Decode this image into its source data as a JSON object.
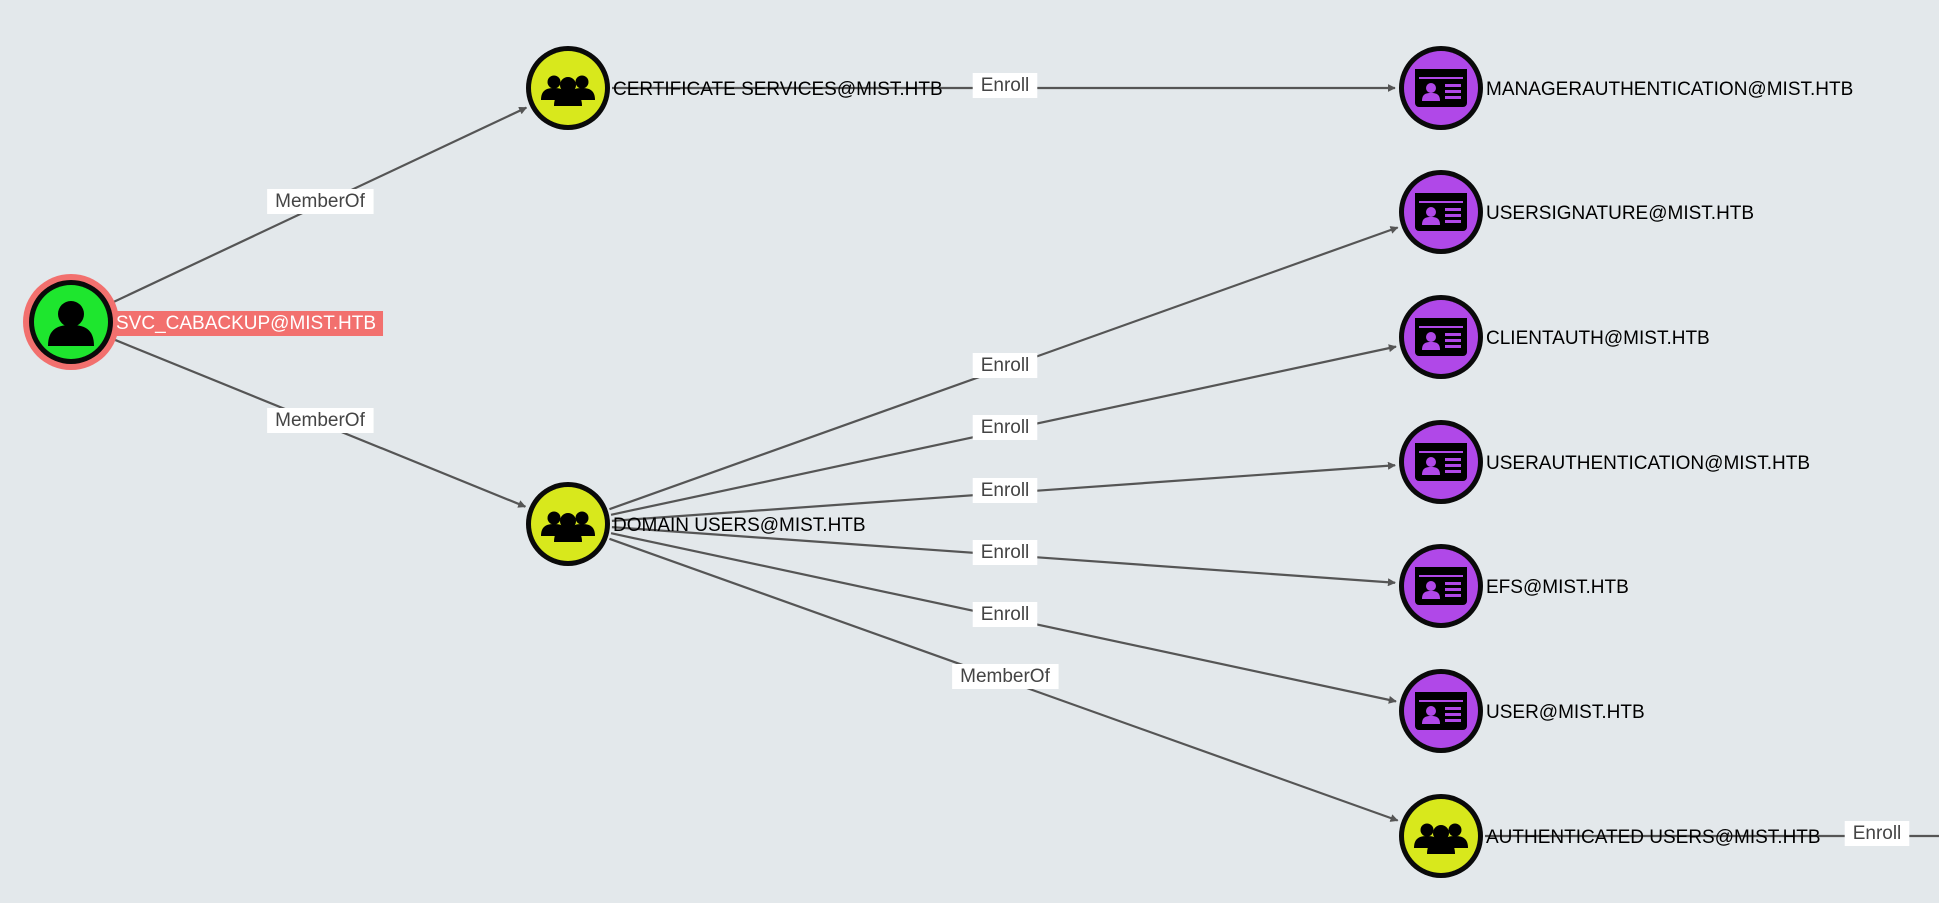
{
  "graph": {
    "selected_node": "SVC_CABACKUP@MIST.HTB",
    "colors": {
      "background": "#e3e8eb",
      "user_node": "#1ee62e",
      "group_node": "#d8e81c",
      "cert_template_node": "#b048e8",
      "selected_highlight": "#f2706e",
      "edge": "#555555"
    },
    "nodes": [
      {
        "id": "svc",
        "label": "SVC_CABACKUP@MIST.HTB",
        "type": "user",
        "icon": "user-icon",
        "selected": true
      },
      {
        "id": "certsvc",
        "label": "CERTIFICATE SERVICES@MIST.HTB",
        "type": "group",
        "icon": "group-icon"
      },
      {
        "id": "domusers",
        "label": "DOMAIN USERS@MIST.HTB",
        "type": "group",
        "icon": "group-icon"
      },
      {
        "id": "mgrauth",
        "label": "MANAGERAUTHENTICATION@MIST.HTB",
        "type": "cert-template",
        "icon": "id-card-icon"
      },
      {
        "id": "usersig",
        "label": "USERSIGNATURE@MIST.HTB",
        "type": "cert-template",
        "icon": "id-card-icon"
      },
      {
        "id": "clientauth",
        "label": "CLIENTAUTH@MIST.HTB",
        "type": "cert-template",
        "icon": "id-card-icon"
      },
      {
        "id": "userauth",
        "label": "USERAUTHENTICATION@MIST.HTB",
        "type": "cert-template",
        "icon": "id-card-icon"
      },
      {
        "id": "efs",
        "label": "EFS@MIST.HTB",
        "type": "cert-template",
        "icon": "id-card-icon"
      },
      {
        "id": "user",
        "label": "USER@MIST.HTB",
        "type": "cert-template",
        "icon": "id-card-icon"
      },
      {
        "id": "authusers",
        "label": "AUTHENTICATED USERS@MIST.HTB",
        "type": "group",
        "icon": "group-icon"
      }
    ],
    "edges": [
      {
        "from": "svc",
        "to": "certsvc",
        "label": "MemberOf"
      },
      {
        "from": "svc",
        "to": "domusers",
        "label": "MemberOf"
      },
      {
        "from": "certsvc",
        "to": "mgrauth",
        "label": "Enroll"
      },
      {
        "from": "domusers",
        "to": "usersig",
        "label": "Enroll"
      },
      {
        "from": "domusers",
        "to": "clientauth",
        "label": "Enroll"
      },
      {
        "from": "domusers",
        "to": "userauth",
        "label": "Enroll"
      },
      {
        "from": "domusers",
        "to": "efs",
        "label": "Enroll"
      },
      {
        "from": "domusers",
        "to": "user",
        "label": "Enroll"
      },
      {
        "from": "domusers",
        "to": "authusers",
        "label": "MemberOf"
      },
      {
        "from": "authusers",
        "to": null,
        "label": "Enroll"
      }
    ]
  }
}
